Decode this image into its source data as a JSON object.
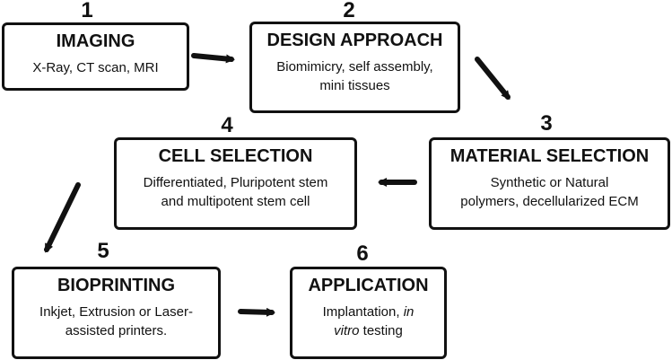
{
  "steps": [
    {
      "number": "1",
      "title": "IMAGING",
      "desc_line1": "X-Ray, CT scan, MRI",
      "desc_line2": ""
    },
    {
      "number": "2",
      "title": "DESIGN APPROACH",
      "desc_line1": "Biomimicry, self assembly,",
      "desc_line2": "mini tissues"
    },
    {
      "number": "3",
      "title": "MATERIAL SELECTION",
      "desc_line1": "Synthetic or Natural",
      "desc_line2": "polymers, decellularized ECM"
    },
    {
      "number": "4",
      "title": "CELL SELECTION",
      "desc_line1": "Differentiated, Pluripotent stem",
      "desc_line2": "and multipotent stem cell"
    },
    {
      "number": "5",
      "title": "BIOPRINTING",
      "desc_line1": "Inkjet, Extrusion or Laser-",
      "desc_line2": "assisted printers."
    },
    {
      "number": "6",
      "title": "APPLICATION",
      "desc_line1": "Implantation, ",
      "desc_line1_italic": "in",
      "desc_line2_italic": "vitro",
      "desc_line2": " testing"
    }
  ]
}
